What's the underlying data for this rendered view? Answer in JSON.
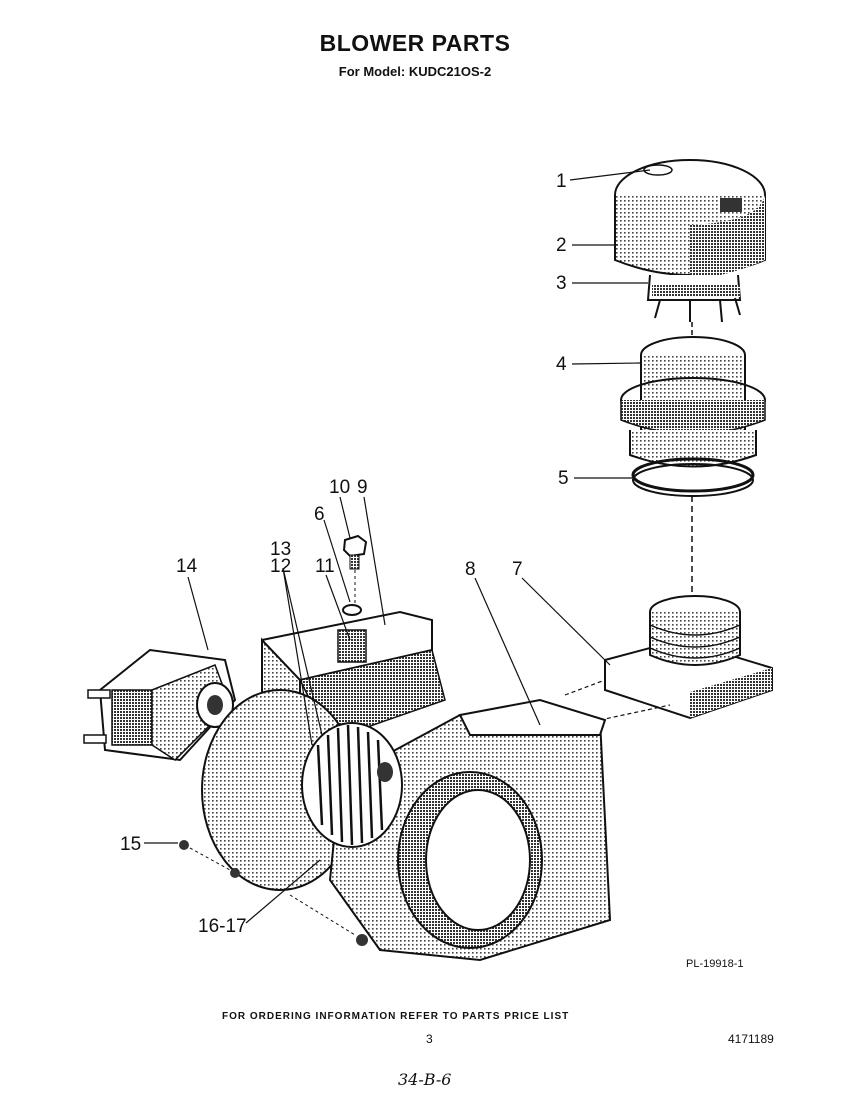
{
  "header": {
    "title": "BLOWER PARTS",
    "subtitle": "For Model: KUDC21OS-2"
  },
  "callouts": {
    "c1": "1",
    "c2": "2",
    "c3": "3",
    "c4": "4",
    "c5": "5",
    "c6": "6",
    "c7": "7",
    "c8": "8",
    "c9": "9",
    "c10": "10",
    "c11": "11",
    "c12": "12",
    "c13": "13",
    "c14": "14",
    "c15": "15",
    "c16_17": "16-17"
  },
  "plate_id": "PL-19918-1",
  "footer": {
    "ordering": "FOR ORDERING INFORMATION REFER TO PARTS PRICE LIST",
    "page": "3",
    "doc_number": "4171189",
    "handwritten": "34-B-6"
  }
}
